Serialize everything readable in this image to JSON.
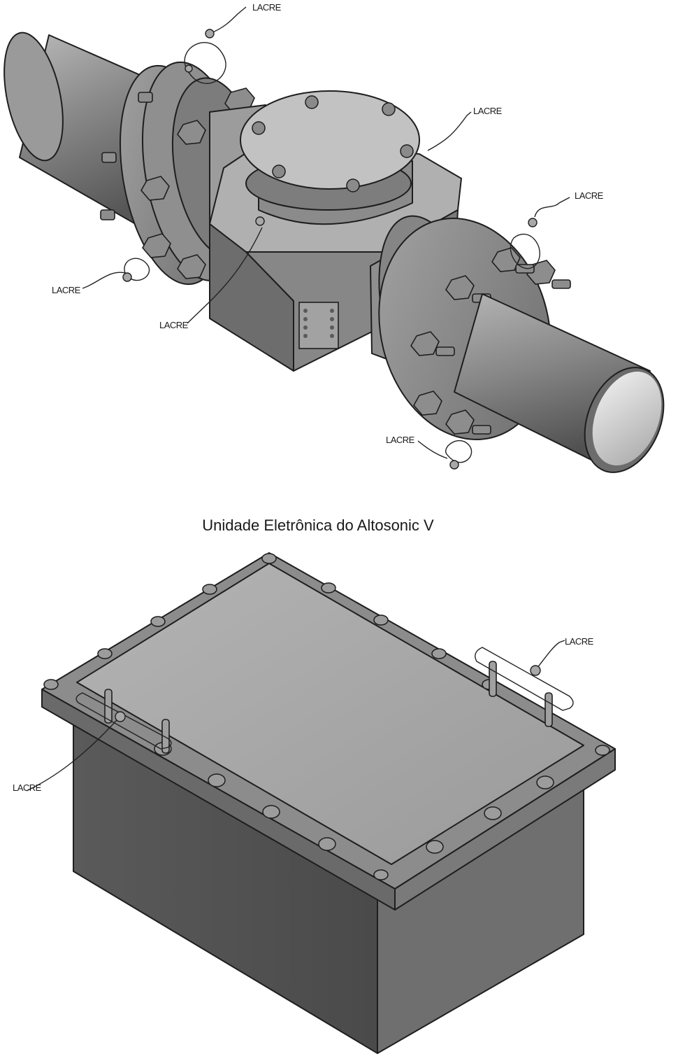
{
  "figure_top": {
    "seal_labels": [
      "LACRE",
      "LACRE",
      "LACRE",
      "LACRE",
      "LACRE",
      "LACRE"
    ]
  },
  "caption": "Unidade Eletrônica do Altosonic V",
  "figure_bottom": {
    "seal_labels": [
      "LACRE",
      "LACRE"
    ]
  }
}
